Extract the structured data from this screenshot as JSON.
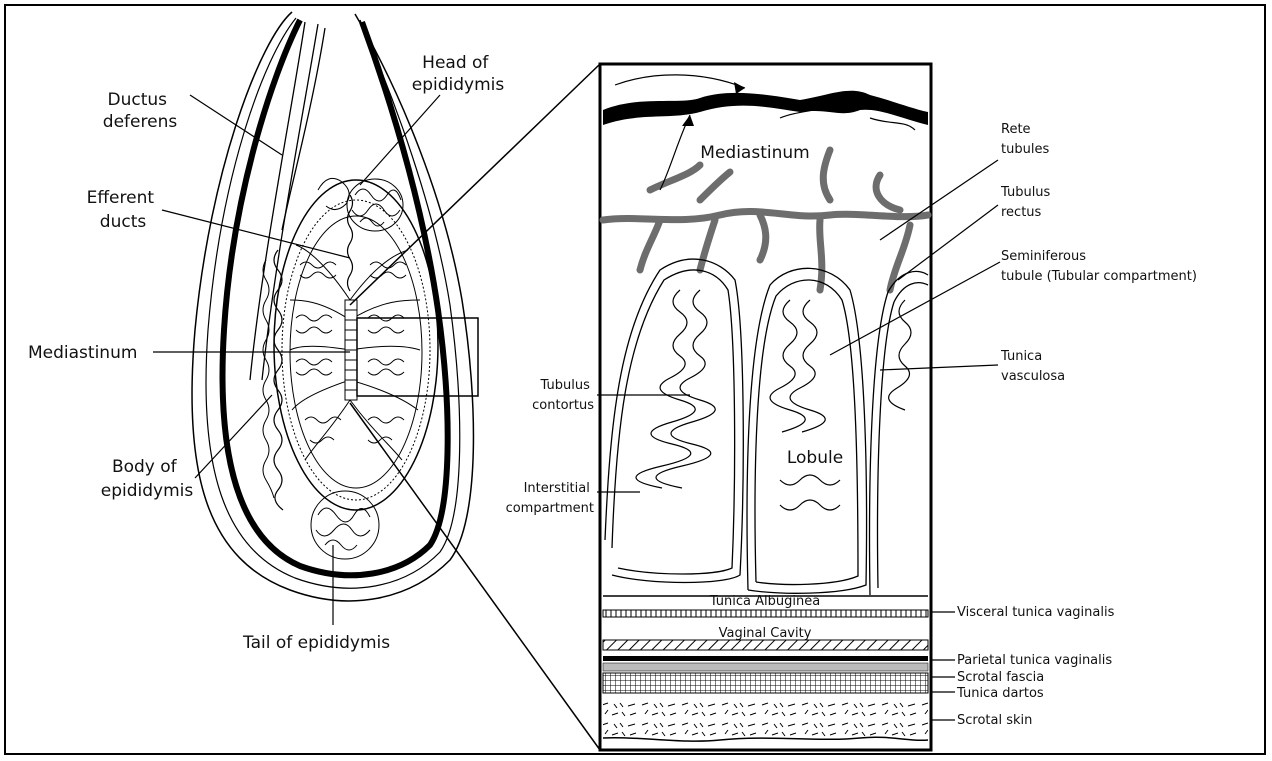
{
  "figure": {
    "left_labels": {
      "ductus_deferens": [
        "Ductus",
        "deferens"
      ],
      "head_of_epididymis": [
        "Head of",
        "epididymis"
      ],
      "efferent_ducts": [
        "Efferent",
        "ducts"
      ],
      "mediastinum": "Mediastinum",
      "body_of_epididymis": [
        "Body of",
        "epididymis"
      ],
      "tail_of_epididymis": "Tail of epididymis"
    },
    "right_labels": {
      "mediastinum": "Mediastinum",
      "rete_tubules": [
        "Rete",
        "tubules"
      ],
      "tubulus_rectus": [
        "Tubulus",
        "rectus"
      ],
      "seminiferous_tubule": [
        "Seminiferous",
        "tubule (Tubular compartment)"
      ],
      "tunica_vasculosa": [
        "Tunica",
        "vasculosa"
      ],
      "tubulus_contortus": [
        "Tubulus",
        "contortus"
      ],
      "interstitial_compartment": [
        "Interstitial",
        "compartment"
      ],
      "lobule": "Lobule",
      "tunica_albuginea": "Tunica Albuginea",
      "vaginal_cavity": "Vaginal Cavity",
      "visceral_tunica_vaginalis": "Visceral tunica vaginalis",
      "parietal_tunica_vaginalis": "Parietal tunica vaginalis",
      "scrotal_fascia": "Scrotal fascia",
      "tunica_dartos": "Tunica dartos",
      "scrotal_skin": "Scrotal skin"
    }
  }
}
